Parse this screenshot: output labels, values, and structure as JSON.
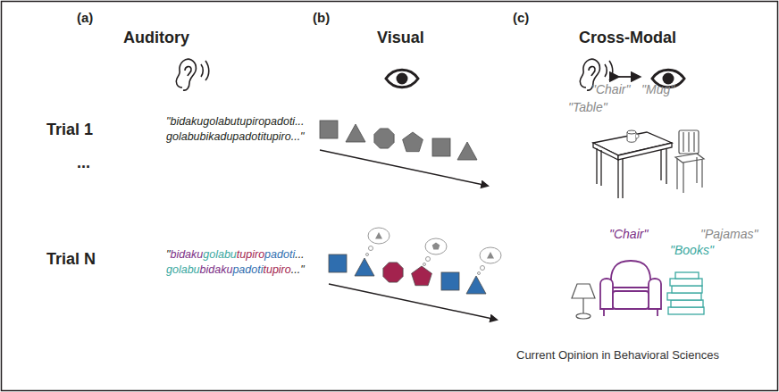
{
  "diagram": {
    "labels": [
      "(a)",
      "Auditory",
      "(b)",
      "Visual",
      "(c)",
      "Cross-Modal",
      "Trial 1",
      "...",
      "Trial N",
      "\"bidakugolabutupiropadoti... golabubikadupadotitupiro...\"",
      "\"bidakugolabutupiropadoti... golabubidakupadotitupiro...\"",
      "\"Chair\"",
      "\"Mug\"",
      "\"Table\"",
      "\"Chair\"",
      "\"Pajamas\"",
      "\"Books\"",
      "Current Opinion in Behavioral Sciences"
    ]
  }
}
